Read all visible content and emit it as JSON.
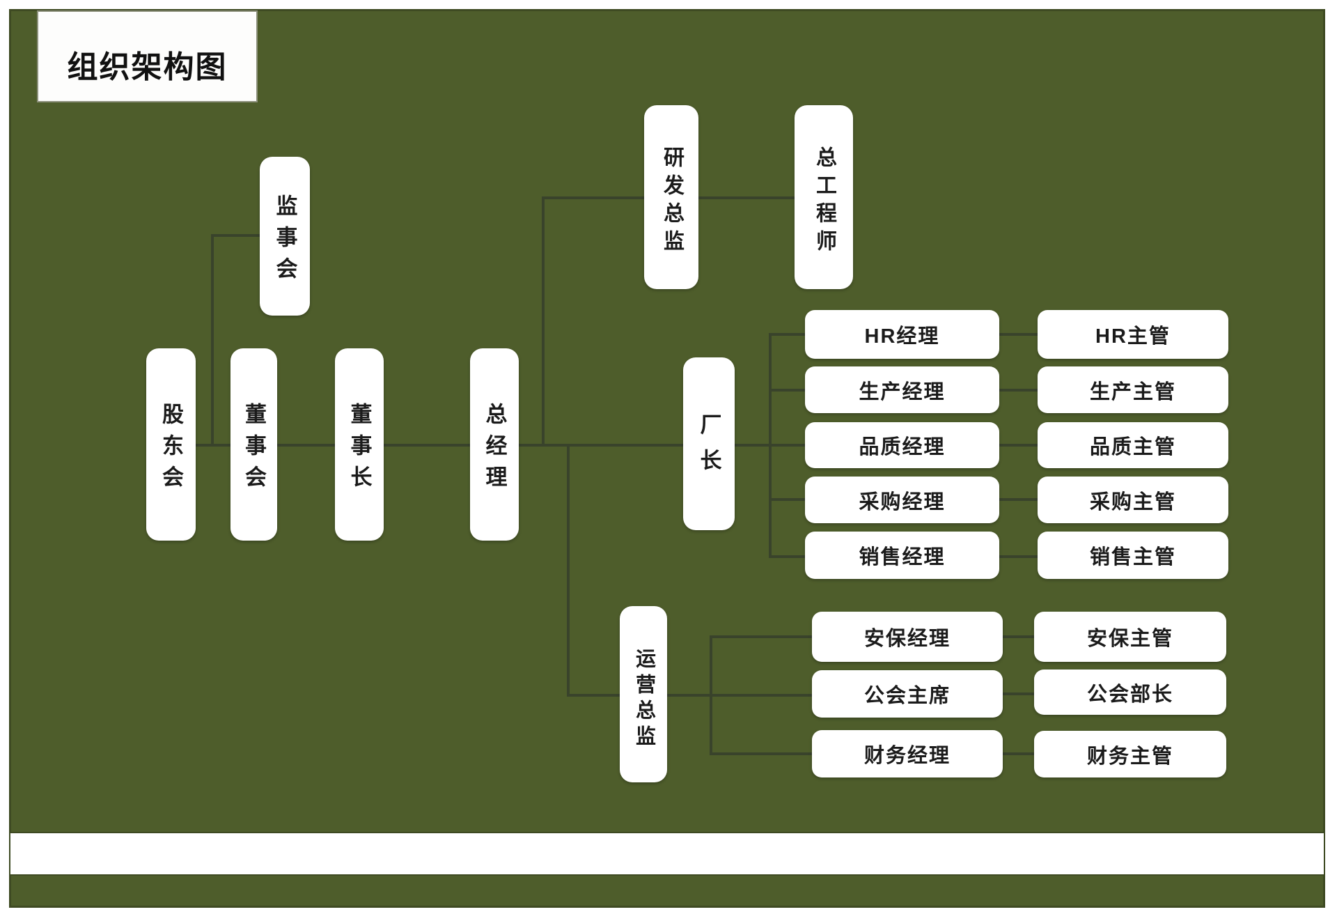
{
  "title": "组织架构图",
  "colors": {
    "background": "#4E5D2B",
    "canvas_border": "#3E4A22",
    "connector_line": "#39432B",
    "node_fill": "#FFFFFF",
    "node_text": "#1B1B1B"
  },
  "nodes": {
    "shareholders": "股东会",
    "board": "董事会",
    "chairman": "董事长",
    "general_manager": "总经理",
    "supervisory_board": "监事会",
    "rd_director": "研发总监",
    "chief_engineer": "总工程师",
    "factory_director": "厂长",
    "operations_director": "运营总监"
  },
  "factory_pairs": [
    {
      "manager": "HR经理",
      "supervisor": "HR主管"
    },
    {
      "manager": "生产经理",
      "supervisor": "生产主管"
    },
    {
      "manager": "品质经理",
      "supervisor": "品质主管"
    },
    {
      "manager": "采购经理",
      "supervisor": "采购主管"
    },
    {
      "manager": "销售经理",
      "supervisor": "销售主管"
    }
  ],
  "operations_pairs": [
    {
      "manager": "安保经理",
      "supervisor": "安保主管"
    },
    {
      "manager": "公会主席",
      "supervisor": "公会部长"
    },
    {
      "manager": "财务经理",
      "supervisor": "财务主管"
    }
  ]
}
